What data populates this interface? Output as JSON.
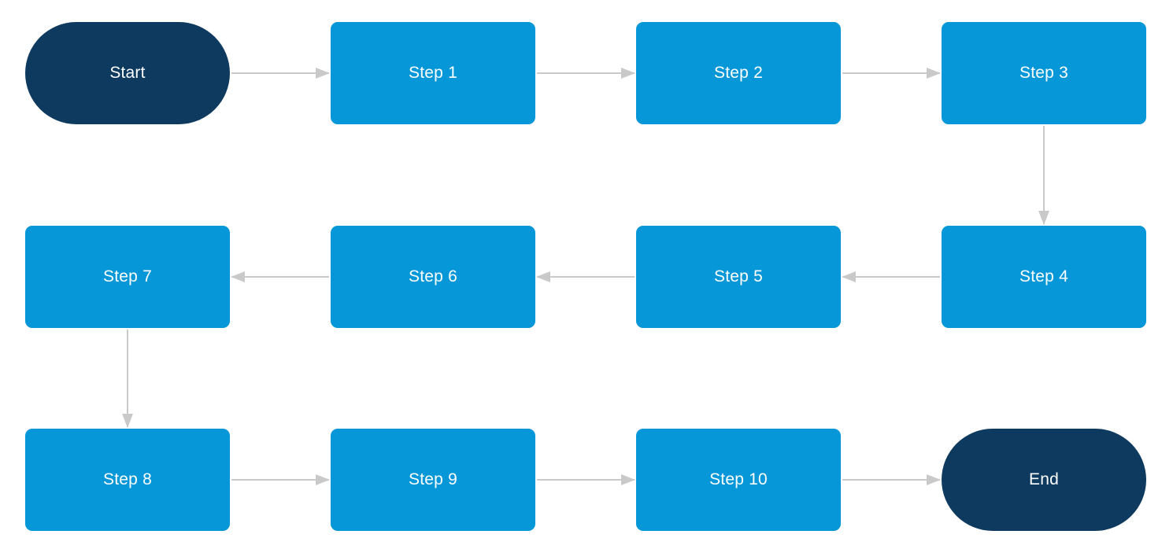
{
  "diagram": {
    "type": "flowchart",
    "layout": "snake-left-to-right",
    "background_color": "#ffffff",
    "colors": {
      "terminator_fill": "#0e3a5f",
      "process_fill": "#0697d8",
      "arrow": "#c9c9c9",
      "label_text": "#ffffff"
    },
    "nodes": [
      {
        "id": "start",
        "label": "Start",
        "shape": "terminator"
      },
      {
        "id": "step-1",
        "label": "Step 1",
        "shape": "process"
      },
      {
        "id": "step-2",
        "label": "Step 2",
        "shape": "process"
      },
      {
        "id": "step-3",
        "label": "Step 3",
        "shape": "process"
      },
      {
        "id": "step-4",
        "label": "Step 4",
        "shape": "process"
      },
      {
        "id": "step-5",
        "label": "Step 5",
        "shape": "process"
      },
      {
        "id": "step-6",
        "label": "Step 6",
        "shape": "process"
      },
      {
        "id": "step-7",
        "label": "Step 7",
        "shape": "process"
      },
      {
        "id": "step-8",
        "label": "Step 8",
        "shape": "process"
      },
      {
        "id": "step-9",
        "label": "Step 9",
        "shape": "process"
      },
      {
        "id": "step-10",
        "label": "Step 10",
        "shape": "process"
      },
      {
        "id": "end",
        "label": "End",
        "shape": "terminator"
      }
    ],
    "edges": [
      {
        "from": "start",
        "to": "step-1",
        "direction": "right"
      },
      {
        "from": "step-1",
        "to": "step-2",
        "direction": "right"
      },
      {
        "from": "step-2",
        "to": "step-3",
        "direction": "right"
      },
      {
        "from": "step-3",
        "to": "step-4",
        "direction": "down"
      },
      {
        "from": "step-4",
        "to": "step-5",
        "direction": "left"
      },
      {
        "from": "step-5",
        "to": "step-6",
        "direction": "left"
      },
      {
        "from": "step-6",
        "to": "step-7",
        "direction": "left"
      },
      {
        "from": "step-7",
        "to": "step-8",
        "direction": "down"
      },
      {
        "from": "step-8",
        "to": "step-9",
        "direction": "right"
      },
      {
        "from": "step-9",
        "to": "step-10",
        "direction": "right"
      },
      {
        "from": "step-10",
        "to": "end",
        "direction": "right"
      }
    ]
  }
}
